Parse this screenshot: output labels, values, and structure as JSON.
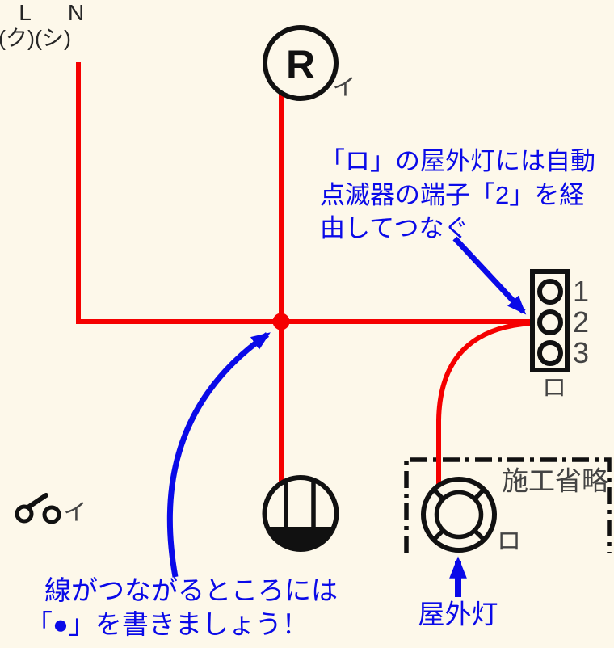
{
  "colors": {
    "background": "#fdf8ea",
    "wire_red": "#f50000",
    "annotation_blue": "#0a0ae8",
    "symbol_black": "#111111",
    "label_gray": "#434343"
  },
  "source": {
    "l_label": "L",
    "n_label": "N",
    "phase_labels": "(ク)(シ)"
  },
  "lamp_receptacle": {
    "letter": "R",
    "circuit_label": "イ"
  },
  "switch": {
    "circuit_label": "イ"
  },
  "terminal_block": {
    "terminal_labels": [
      "1",
      "2",
      "3"
    ],
    "circuit_label": "ロ"
  },
  "outdoor_light": {
    "omission_label": "施工省略",
    "circuit_label": "ロ",
    "caption": "屋外灯"
  },
  "notes": {
    "terminal_note_line1": "「ロ」の屋外灯には自動",
    "terminal_note_line2": "点滅器の端子「2」を経",
    "terminal_note_line3": "由してつなぐ",
    "junction_note_line1": "線がつながるところには",
    "junction_note_line2": "「●」を書きましょう！"
  }
}
